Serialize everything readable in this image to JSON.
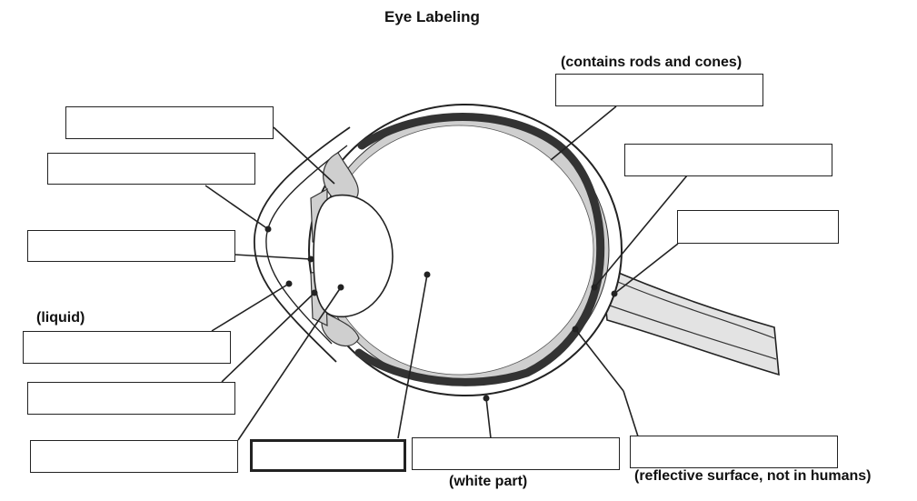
{
  "page": {
    "title": "Eye Labeling"
  },
  "hints": {
    "retina": "(contains rods and cones)",
    "aqueous": "(liquid)",
    "sclera": "(white part)",
    "tapetum": "(reflective surface, not in humans)"
  },
  "colors": {
    "line": "#222222",
    "tissue_fill": "#cccccc",
    "retina_band": "#333333"
  },
  "label_boxes": [
    {
      "id": "box-top-left",
      "value": ""
    },
    {
      "id": "box-cornea",
      "value": ""
    },
    {
      "id": "box-pupil",
      "value": ""
    },
    {
      "id": "box-aqueous",
      "value": ""
    },
    {
      "id": "box-iris",
      "value": ""
    },
    {
      "id": "box-lens",
      "value": ""
    },
    {
      "id": "box-vitreous",
      "value": ""
    },
    {
      "id": "box-sclera",
      "value": ""
    },
    {
      "id": "box-tapetum",
      "value": ""
    },
    {
      "id": "box-retina",
      "value": ""
    },
    {
      "id": "box-optic-disc",
      "value": ""
    },
    {
      "id": "box-optic-nerve",
      "value": ""
    }
  ]
}
